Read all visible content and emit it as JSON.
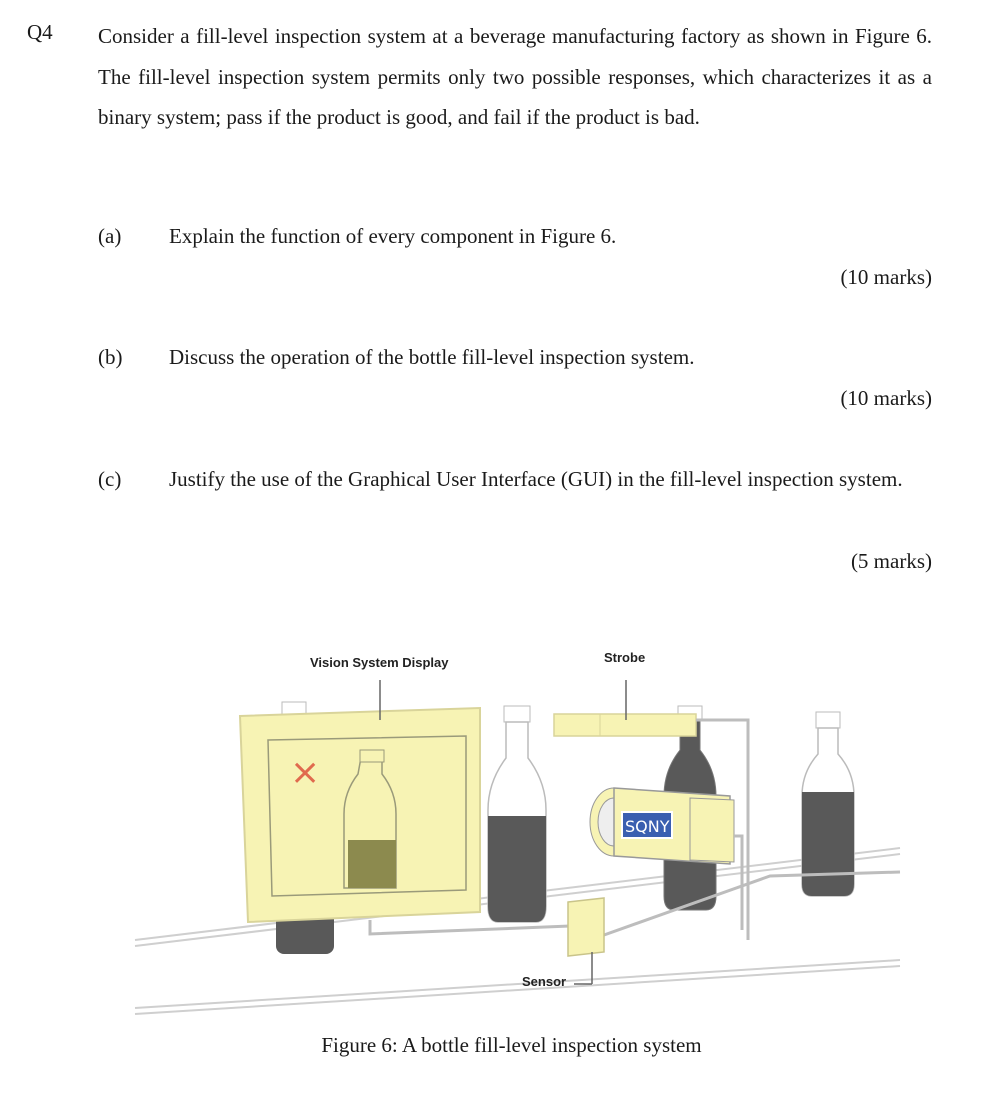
{
  "question": {
    "number": "Q4",
    "intro": "Consider a fill-level inspection system at a beverage manufacturing factory as shown in Figure 6. The fill-level inspection system permits only two possible responses, which characterizes it as a binary system; pass if the product is good, and fail if the product is bad."
  },
  "parts": [
    {
      "label": "(a)",
      "text": "Explain the function of every component in Figure 6.",
      "marks": "(10 marks)"
    },
    {
      "label": "(b)",
      "text": "Discuss the operation of the bottle fill-level inspection system.",
      "marks": "(10 marks)"
    },
    {
      "label": "(c)",
      "text": "Justify the use of the Graphical User Interface (GUI) in the fill-level inspection system.",
      "marks": "(5 marks)"
    }
  ],
  "figure": {
    "labels": {
      "display": "Vision System Display",
      "strobe": "Strobe",
      "sensor": "Sensor",
      "camera_brand": "SQNY",
      "fail_mark": "×"
    },
    "caption": "Figure 6: A bottle fill-level inspection system"
  },
  "colors": {
    "component_fill": "#f7f3b4",
    "bottle_liquid": "#595959",
    "screen_liquid": "#8c8a4e",
    "fail_mark": "#e06a4e",
    "camera_badge": "#3a5fb0"
  }
}
